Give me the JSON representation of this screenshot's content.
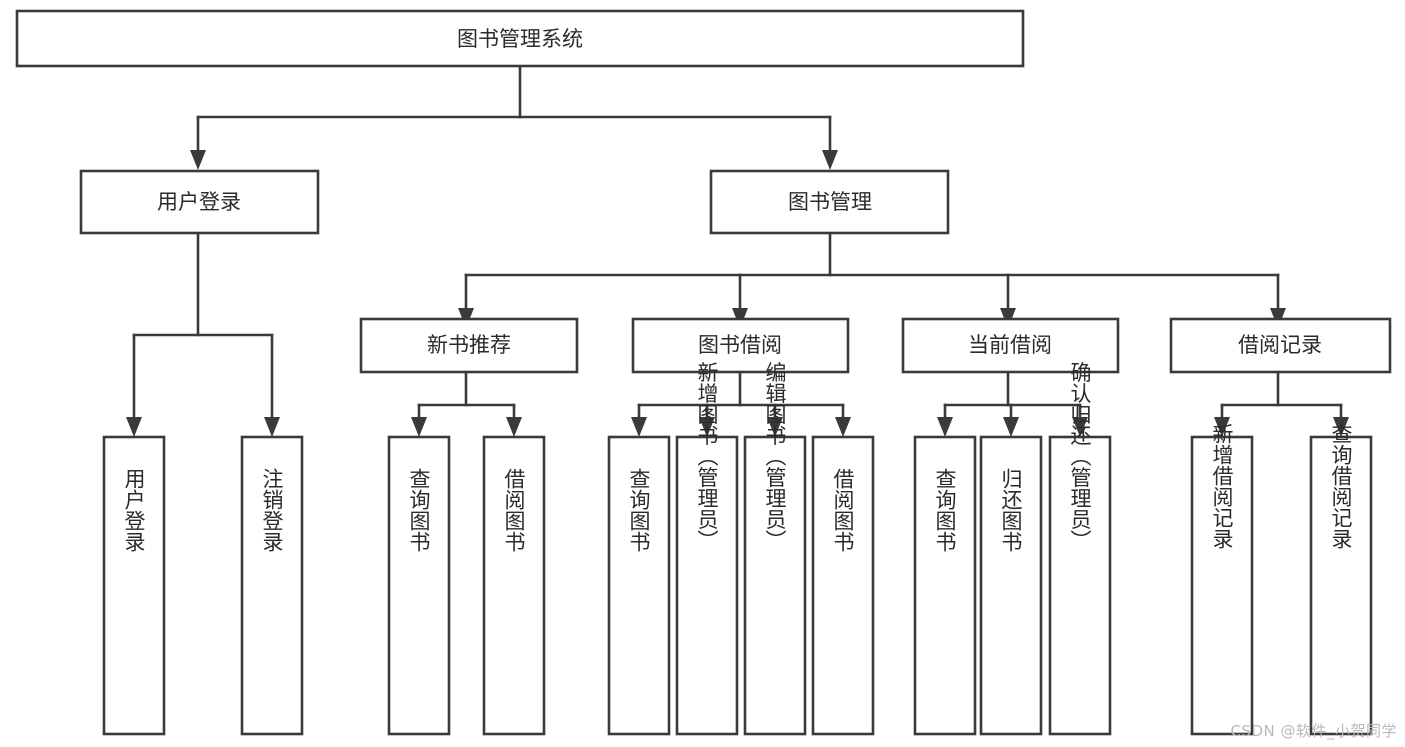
{
  "diagram": {
    "type": "hierarchy-tree",
    "title": "图书管理系统",
    "watermark": "CSDN @软件_小贺同学",
    "levels": 4,
    "root": {
      "id": "root",
      "label": "图书管理系统"
    },
    "level2": [
      {
        "id": "user-login",
        "label": "用户登录"
      },
      {
        "id": "book-manage",
        "label": "图书管理"
      }
    ],
    "level3": [
      {
        "id": "new-book-recommend",
        "label": "新书推荐",
        "parent": "book-manage"
      },
      {
        "id": "book-borrow",
        "label": "图书借阅",
        "parent": "book-manage"
      },
      {
        "id": "current-borrow",
        "label": "当前借阅",
        "parent": "book-manage"
      },
      {
        "id": "borrow-record",
        "label": "借阅记录",
        "parent": "book-manage"
      }
    ],
    "leaves": [
      {
        "id": "leaf-user-login",
        "label": "用户登录",
        "parent": "user-login"
      },
      {
        "id": "leaf-logout-login",
        "label": "注销登录",
        "parent": "user-login"
      },
      {
        "id": "leaf-query-book-1",
        "label": "查询图书",
        "parent": "new-book-recommend"
      },
      {
        "id": "leaf-borrow-book-1",
        "label": "借阅图书",
        "parent": "new-book-recommend"
      },
      {
        "id": "leaf-query-book-2",
        "label": "查询图书",
        "parent": "book-borrow"
      },
      {
        "id": "leaf-add-book",
        "label": "新增图书（管理员）",
        "parent": "book-borrow"
      },
      {
        "id": "leaf-edit-book",
        "label": "编辑图书（管理员）",
        "parent": "book-borrow"
      },
      {
        "id": "leaf-borrow-book-2",
        "label": "借阅图书",
        "parent": "book-borrow"
      },
      {
        "id": "leaf-query-book-3",
        "label": "查询图书",
        "parent": "current-borrow"
      },
      {
        "id": "leaf-return-book",
        "label": "归还图书",
        "parent": "current-borrow"
      },
      {
        "id": "leaf-confirm-return",
        "label": "确认归还（管理员）",
        "parent": "current-borrow"
      },
      {
        "id": "leaf-add-record",
        "label": "新增借阅记录",
        "parent": "borrow-record"
      },
      {
        "id": "leaf-query-record",
        "label": "查询借阅记录",
        "parent": "borrow-record"
      }
    ],
    "colors": {
      "stroke": "#3a3a3a",
      "fill": "#ffffff",
      "text": "#2b2b2b",
      "watermark": "#b8b8b8"
    }
  }
}
